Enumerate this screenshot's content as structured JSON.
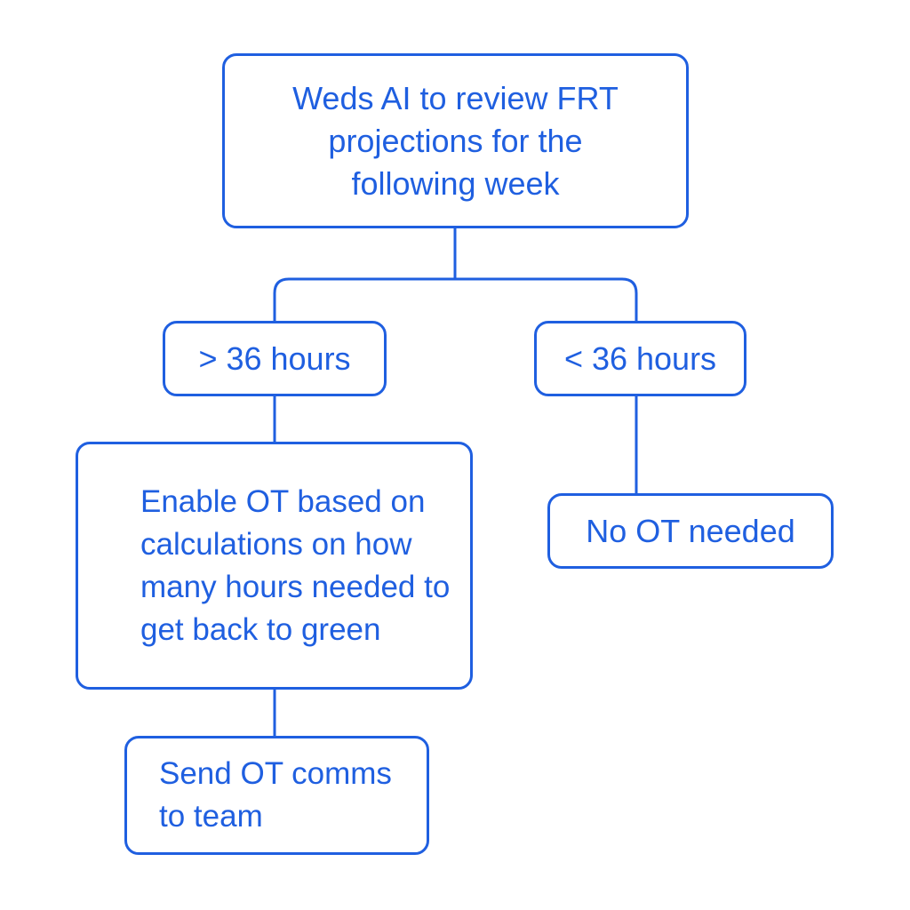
{
  "colors": {
    "stroke": "#1f5fe0",
    "text": "#1f5fe0",
    "background": "#ffffff"
  },
  "nodes": {
    "start": {
      "label": "Weds AI to review FRT projections for the following week"
    },
    "over_36": {
      "label": "> 36 hours"
    },
    "under_36": {
      "label": "< 36 hours"
    },
    "enable_ot": {
      "label": "Enable OT based on calculations on how many hours needed to get back to green"
    },
    "no_ot": {
      "label": "No OT needed"
    },
    "send_comms": {
      "label": "Send OT comms to team"
    }
  },
  "edges": [
    {
      "from": "start",
      "to": "over_36"
    },
    {
      "from": "start",
      "to": "under_36"
    },
    {
      "from": "over_36",
      "to": "enable_ot"
    },
    {
      "from": "under_36",
      "to": "no_ot"
    },
    {
      "from": "enable_ot",
      "to": "send_comms"
    }
  ]
}
